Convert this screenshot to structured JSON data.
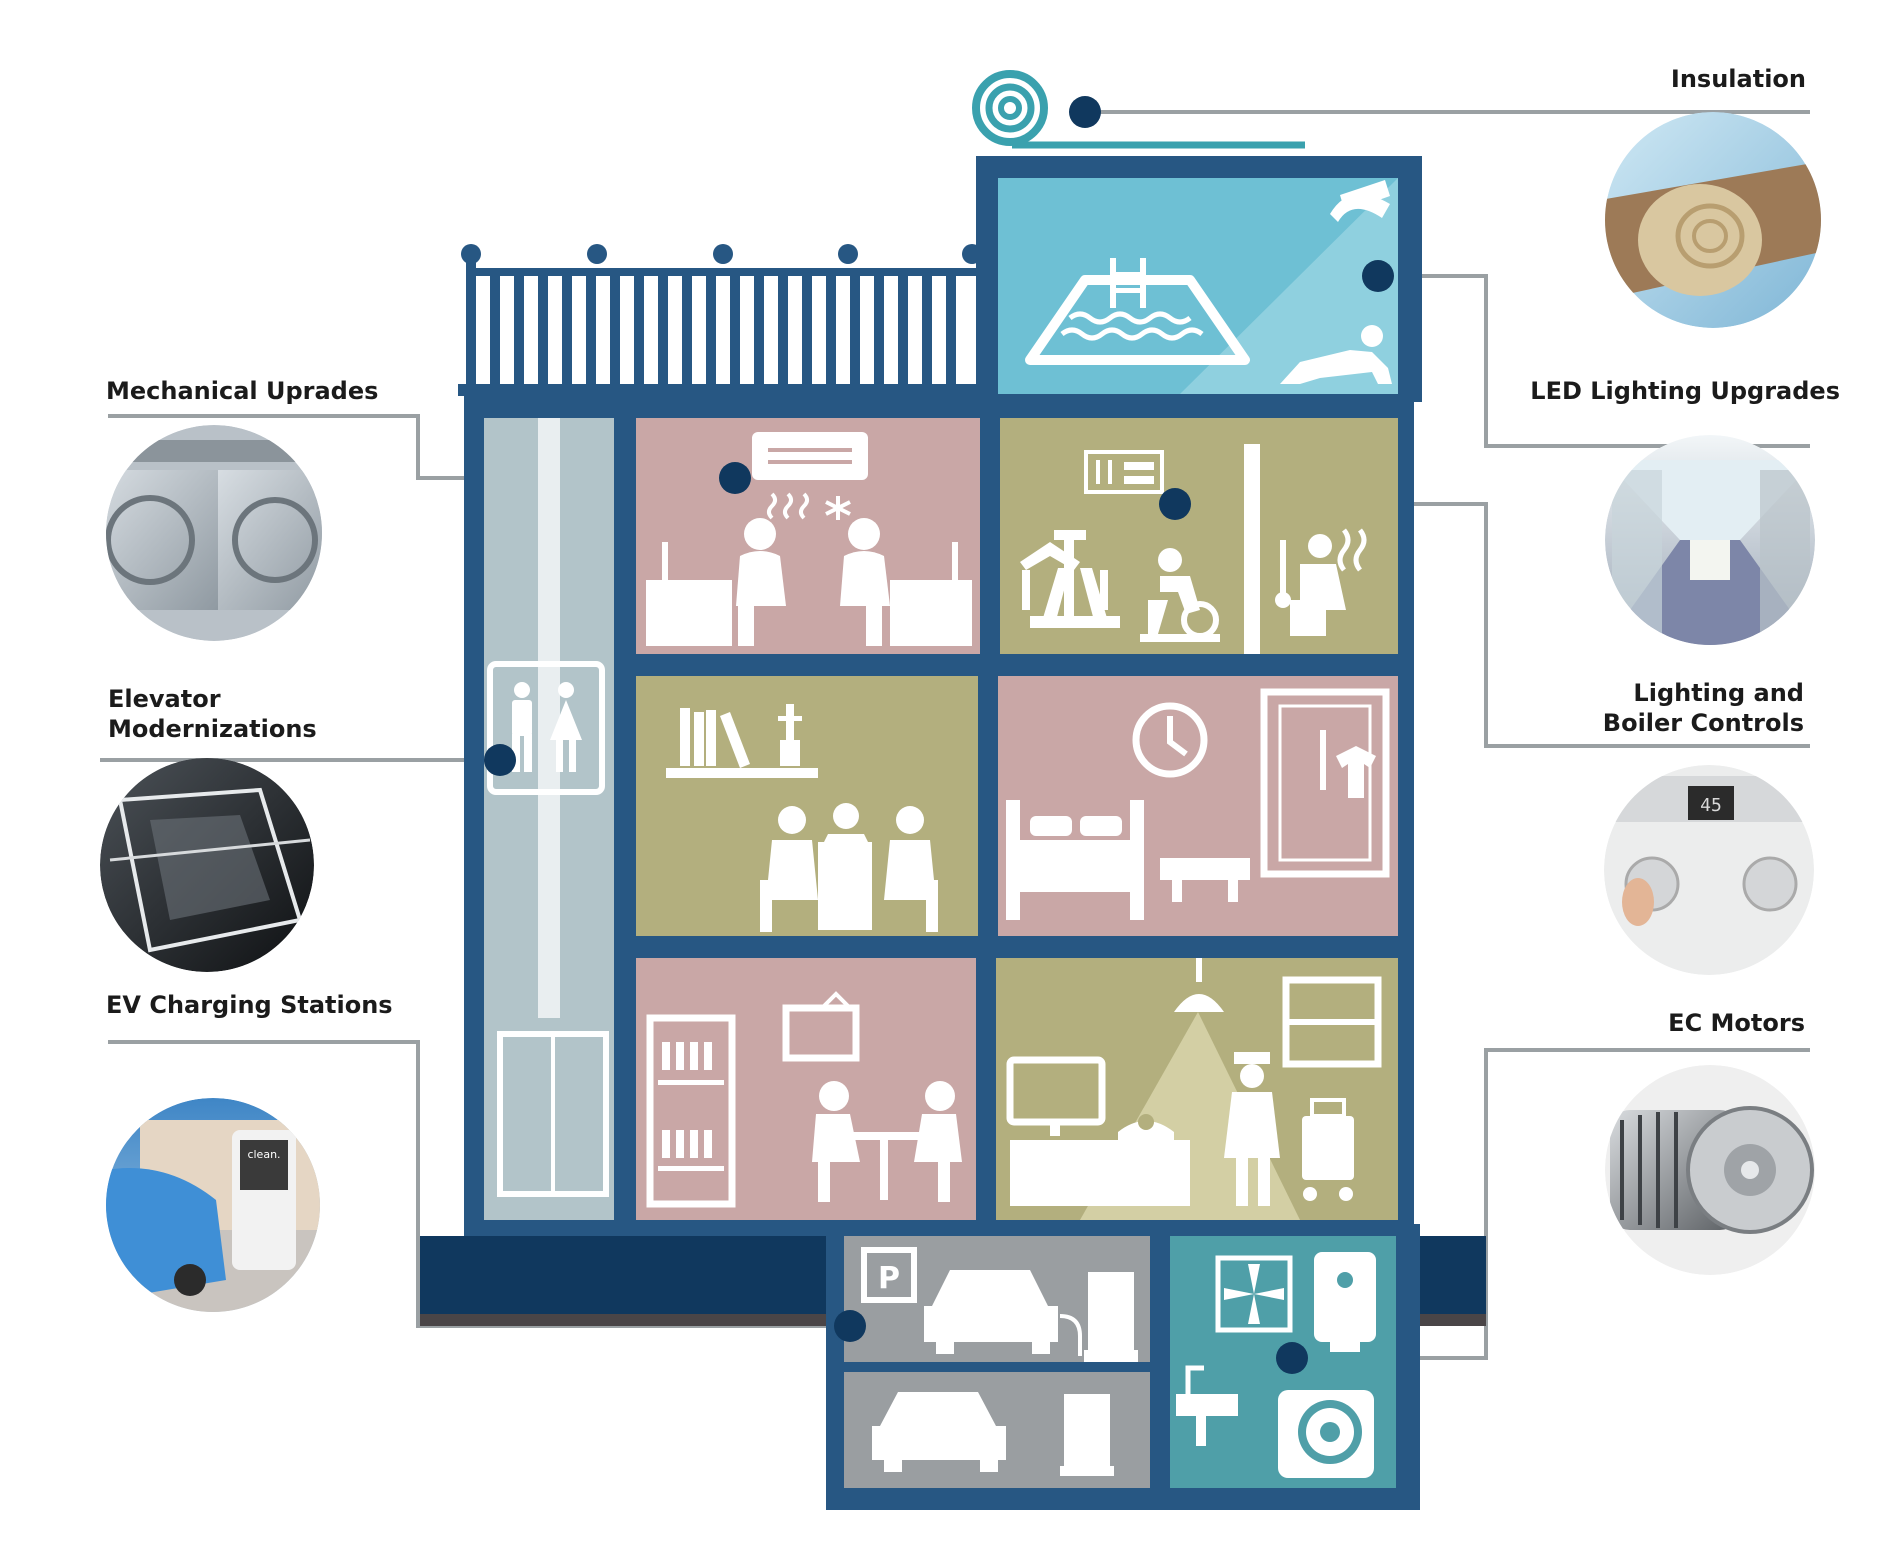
{
  "diagram": {
    "labels": {
      "insulation": "Insulation",
      "led_lighting": "LED Lighting Upgrades",
      "lighting_boiler_line1": "Lighting and",
      "lighting_boiler_line2": "Boiler Controls",
      "ec_motors": "EC Motors",
      "mechanical": "Mechanical Uprades",
      "elevator_line1": "Elevator",
      "elevator_line2": "Modernizations",
      "ev_charging": "EV Charging Stations"
    },
    "photo_thumb_texts": {
      "ev_charger_brand": "clean.",
      "boiler_display": "45"
    },
    "colors": {
      "building_frame": "#275783",
      "ground_band": "#10385e",
      "ground_shadow": "#4a4547",
      "callout_line": "#9aa0a3",
      "callout_dot": "#10385e",
      "room_pink": "#c9a7a6",
      "room_olive": "#b3af7e",
      "room_pool": "#6ec0d4",
      "elevator_shaft": "#b2c4c9",
      "parking_gray": "#9a9ea1",
      "utility_teal": "#4f9fa8",
      "insulation_swirl": "#3aa1ae"
    },
    "icons": [
      "pool-icon",
      "ceiling-lamp-icon",
      "sunbather-icon",
      "air-conditioner-icon",
      "office-workers-icon",
      "control-panel-icon",
      "gym-equipment-icon",
      "exercise-bike-icon",
      "sauna-icon",
      "elevator-people-icon",
      "bookshelf-icon",
      "meeting-icon",
      "clock-icon",
      "wardrobe-icon",
      "bed-icon",
      "wine-rack-icon",
      "picture-frame-icon",
      "diners-icon",
      "pendant-lamp-icon",
      "window-icon",
      "reception-desk-icon",
      "bellhop-icon",
      "parking-sign-icon",
      "car-icon",
      "ev-charger-icon",
      "fan-icon",
      "water-heater-icon",
      "sink-icon",
      "blower-motor-icon",
      "insulation-roll-icon"
    ]
  }
}
